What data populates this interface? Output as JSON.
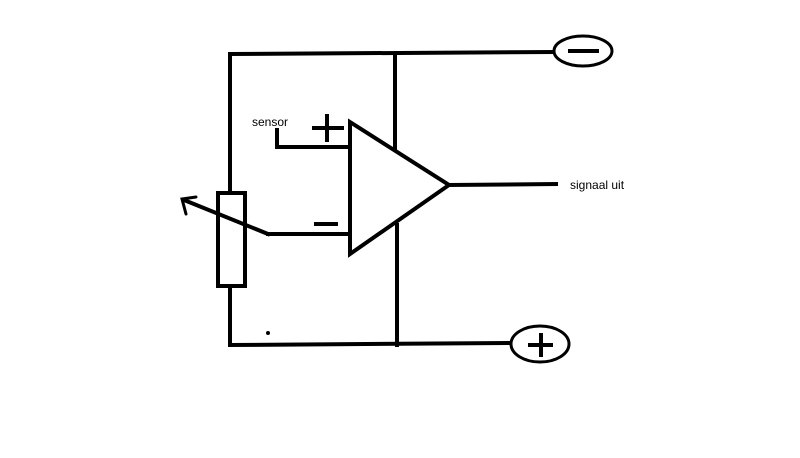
{
  "labels": {
    "sensor": "sensor",
    "output": "signaal uit"
  },
  "icons": {
    "negative_terminal": "minus-circle-icon",
    "positive_terminal": "plus-circle-icon",
    "opamp": "op-amp-triangle-symbol",
    "potentiometer": "variable-resistor-symbol"
  },
  "colors": {
    "ink": "#000000",
    "background": "#ffffff"
  }
}
